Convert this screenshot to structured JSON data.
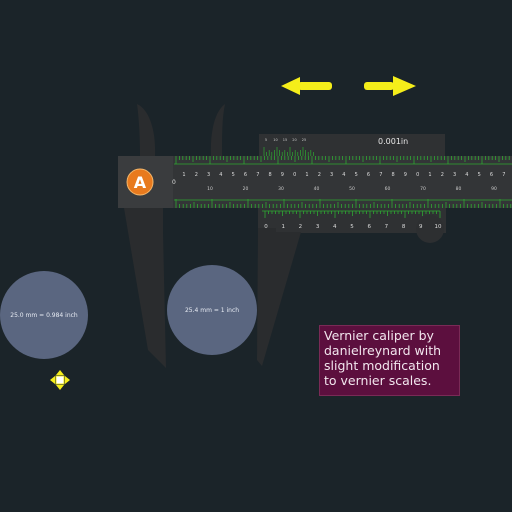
{
  "caliper": {
    "reading": "0.001in",
    "logo_letter": "A",
    "zero_label": "0",
    "main_digits_top": [
      "1",
      "2",
      "3",
      "4",
      "5",
      "6",
      "7",
      "8",
      "9",
      "0",
      "1",
      "2",
      "3",
      "4",
      "5",
      "6",
      "7",
      "8",
      "9",
      "0",
      "1",
      "2",
      "3",
      "4",
      "5",
      "6",
      "7"
    ],
    "main_digits_bottom": [
      "10",
      "20",
      "30",
      "40",
      "50",
      "60",
      "70",
      "80",
      "90"
    ],
    "vernier_digits": [
      "0",
      "1",
      "2",
      "3",
      "4",
      "5",
      "6",
      "7",
      "8",
      "9",
      "10"
    ],
    "top_mini_labels": [
      "5",
      "10",
      "15",
      "20",
      "25"
    ]
  },
  "disks": {
    "left_label": "25.0 mm = 0.984 inch",
    "right_label": "25.4 mm = 1 inch"
  },
  "note": {
    "text": "Vernier caliper by\ndanielreynard with\nslight modification\nto  vernier scales."
  },
  "colors": {
    "background": "#1b2429",
    "ruler_green": "#2fa832",
    "arrow_yellow": "#f5ee1a",
    "body_dark": "#2d2f31",
    "note_bg": "#5c0f3e",
    "disk": "#5a6680"
  }
}
